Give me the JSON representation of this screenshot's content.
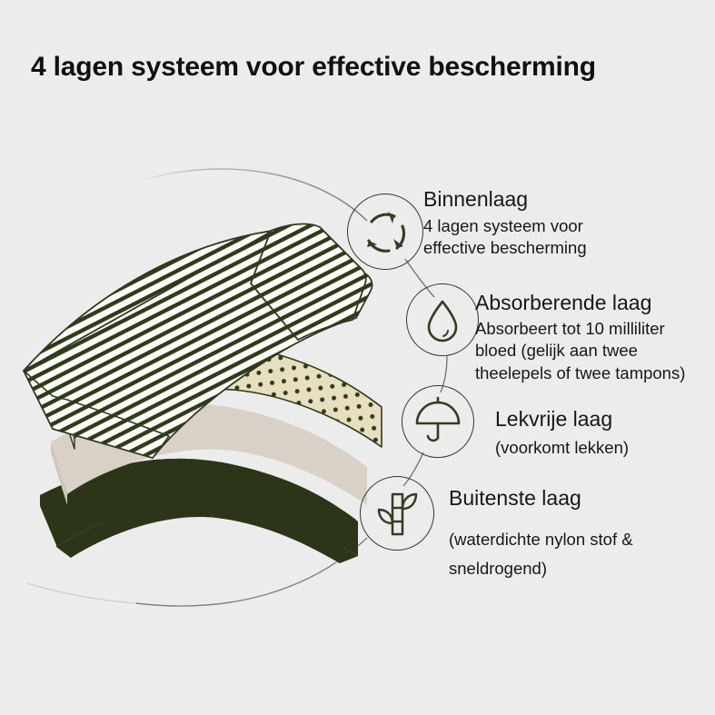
{
  "page": {
    "title": "4 lagen systeem voor effective bescherming",
    "background_color": "#ececec",
    "text_color": "#16181a",
    "accent_color": "#333d22"
  },
  "illustration": {
    "name": "four-layer-fabric-stack",
    "layers": [
      {
        "name": "inner-layer-striped",
        "label": "Binnenlaag",
        "fill": "#fdfdf7",
        "pattern": "diagonal-stripes",
        "pattern_color": "#2f3a1c"
      },
      {
        "name": "absorbent-layer-dotted",
        "label": "Absorberende laag",
        "fill": "#e7dfc0",
        "pattern": "dots",
        "pattern_color": "#2f3a1c"
      },
      {
        "name": "leakproof-layer-solid",
        "label": "Lekvrije laag",
        "fill": "#d9d1c7",
        "pattern": "solid",
        "pattern_color": "#d9d1c7"
      },
      {
        "name": "outer-layer-green",
        "label": "Buitenste laag",
        "fill": "#2c3518",
        "pattern": "solid",
        "pattern_color": "#2c3518"
      }
    ]
  },
  "connector": {
    "name": "curved-connector-arc",
    "color": "#8c8c8c"
  },
  "items": [
    {
      "id": "binnenlaag",
      "icon": "recycle-icon",
      "heading": "Binnenlaag",
      "description_lines": [
        "4 lagen systeem voor",
        "effective bescherming"
      ]
    },
    {
      "id": "absorberende-laag",
      "icon": "water-drop-icon",
      "heading": "Absorberende laag",
      "description_lines": [
        "Absorbeert tot 10 milliliter",
        "bloed (gelijk aan twee",
        "theelepels of twee tampons)"
      ]
    },
    {
      "id": "lekvrije-laag",
      "icon": "umbrella-icon",
      "heading": "Lekvrije laag",
      "description_lines": [
        "(voorkomt lekken)"
      ]
    },
    {
      "id": "buitenste-laag",
      "icon": "bamboo-plant-icon",
      "heading": "Buitenste laag",
      "description_lines": [
        "(waterdichte nylon stof &",
        "sneldrogend)"
      ]
    }
  ]
}
